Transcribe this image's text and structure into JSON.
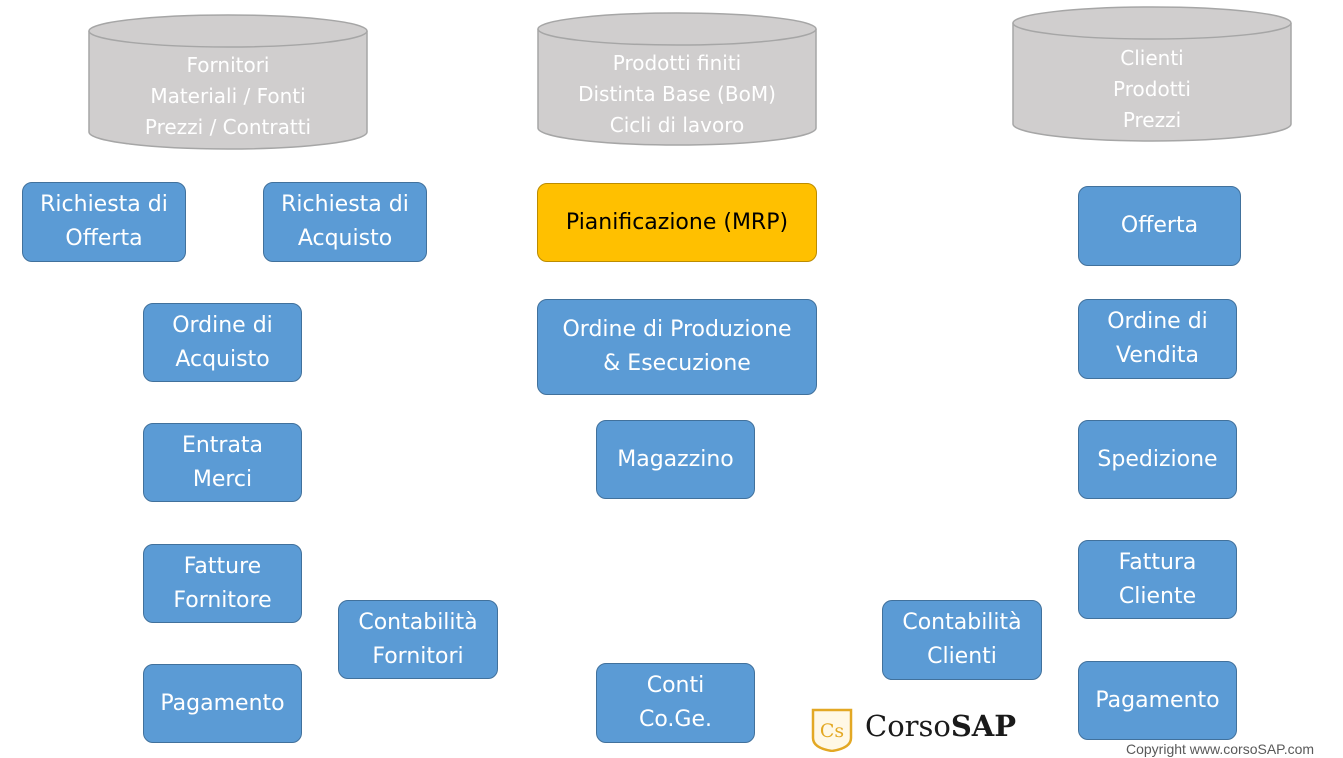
{
  "databases": {
    "suppliers": [
      "Fornitori",
      "Materiali / Fonti",
      "Prezzi / Contratti"
    ],
    "products": [
      "Prodotti finiti",
      "Distinta Base (BoM)",
      "Cicli di lavoro"
    ],
    "customers": [
      "Clienti",
      "Prodotti",
      "Prezzi"
    ]
  },
  "boxes": {
    "rfq": [
      "Richiesta di",
      "Offerta"
    ],
    "purchase_request": [
      "Richiesta di",
      "Acquisto"
    ],
    "purchase_order": [
      "Ordine di",
      "Acquisto"
    ],
    "goods_receipt": [
      "Entrata",
      "Merci"
    ],
    "vendor_invoice": [
      "Fatture",
      "Fornitore"
    ],
    "vendor_payment": [
      "Pagamento"
    ],
    "accounts_payable": [
      "Contabilità",
      "Fornitori"
    ],
    "mrp": [
      "Pianificazione (MRP)"
    ],
    "production_order": [
      "Ordine di Produzione",
      "& Esecuzione"
    ],
    "warehouse": [
      "Magazzino"
    ],
    "gl_accounts": [
      "Conti",
      "Co.Ge."
    ],
    "quotation": [
      "Offerta"
    ],
    "sales_order": [
      "Ordine di",
      "Vendita"
    ],
    "shipping": [
      "Spedizione"
    ],
    "customer_invoice": [
      "Fattura",
      "Cliente"
    ],
    "customer_payment": [
      "Pagamento"
    ],
    "accounts_receivable": [
      "Contabilità",
      "Clienti"
    ]
  },
  "logo": {
    "mark": "Cs",
    "prefix": "Corso",
    "suffix": "SAP"
  },
  "copyright": "Copyright www.corsoSAP.com",
  "colors": {
    "box_fill": "#5b9bd5",
    "box_border": "#41719c",
    "highlight_fill": "#ffc000",
    "db_fill": "#d0cece",
    "logo_gold": "#e3a824"
  }
}
